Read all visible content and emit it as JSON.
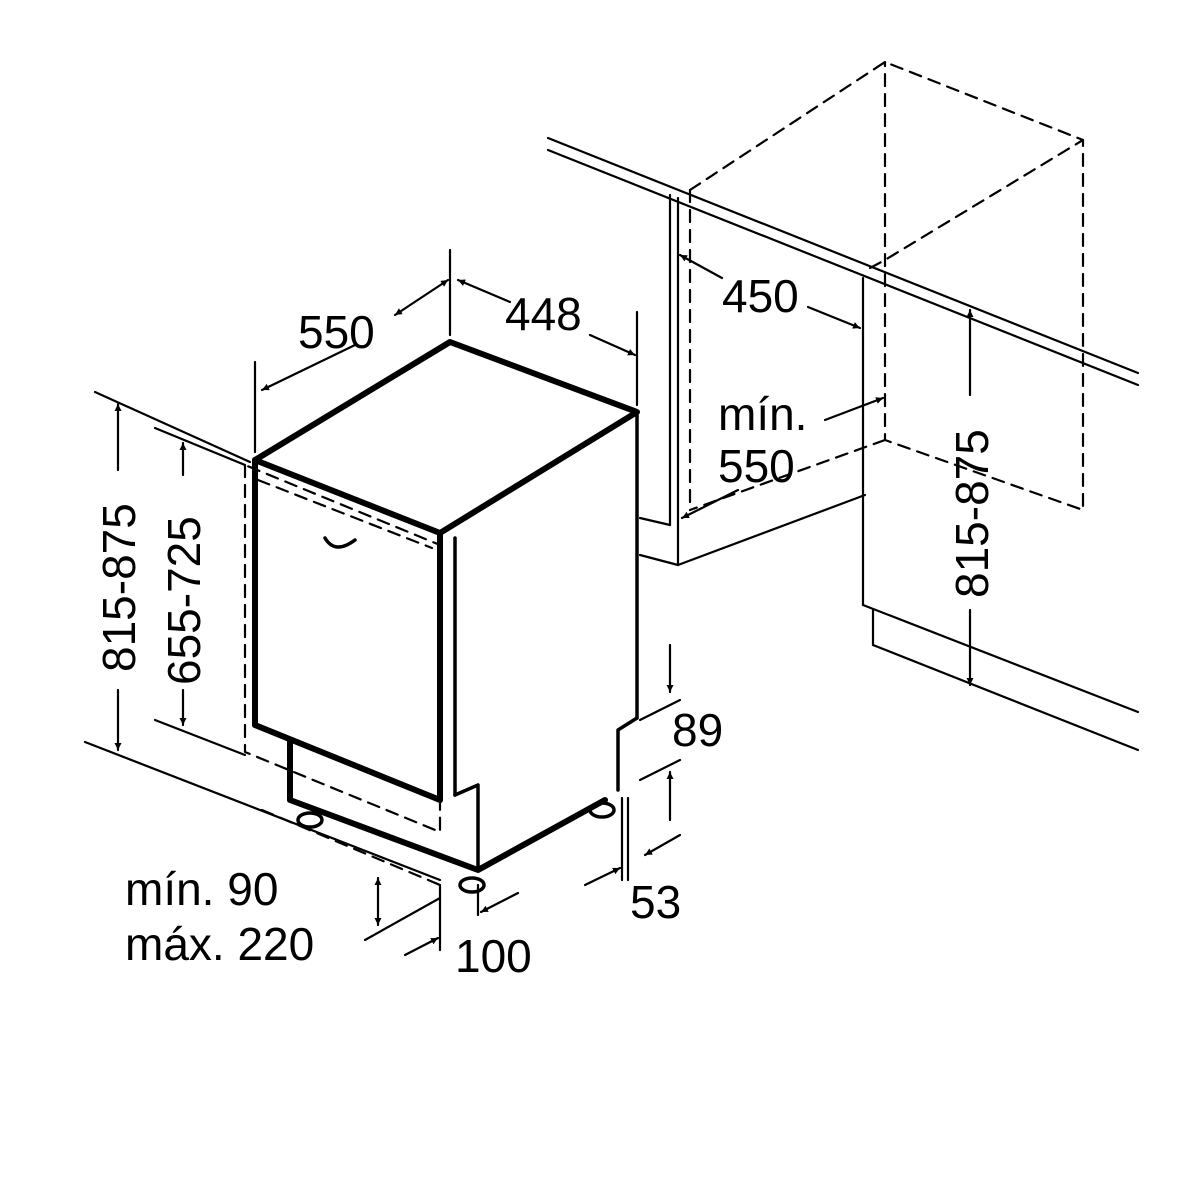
{
  "diagram": {
    "labels": {
      "depth_550": "550",
      "width_448": "448",
      "niche_450": "450",
      "min_label": "mín.",
      "min_depth_550": "550",
      "height_815_875_left": "815-875",
      "height_655_725": "655-725",
      "height_815_875_right": "815-875",
      "dim_89": "89",
      "dim_53": "53",
      "plinth_min": "mín. 90",
      "plinth_max": "máx. 220",
      "dim_100": "100"
    },
    "colors": {
      "line": "#000000",
      "background": "#ffffff"
    }
  }
}
